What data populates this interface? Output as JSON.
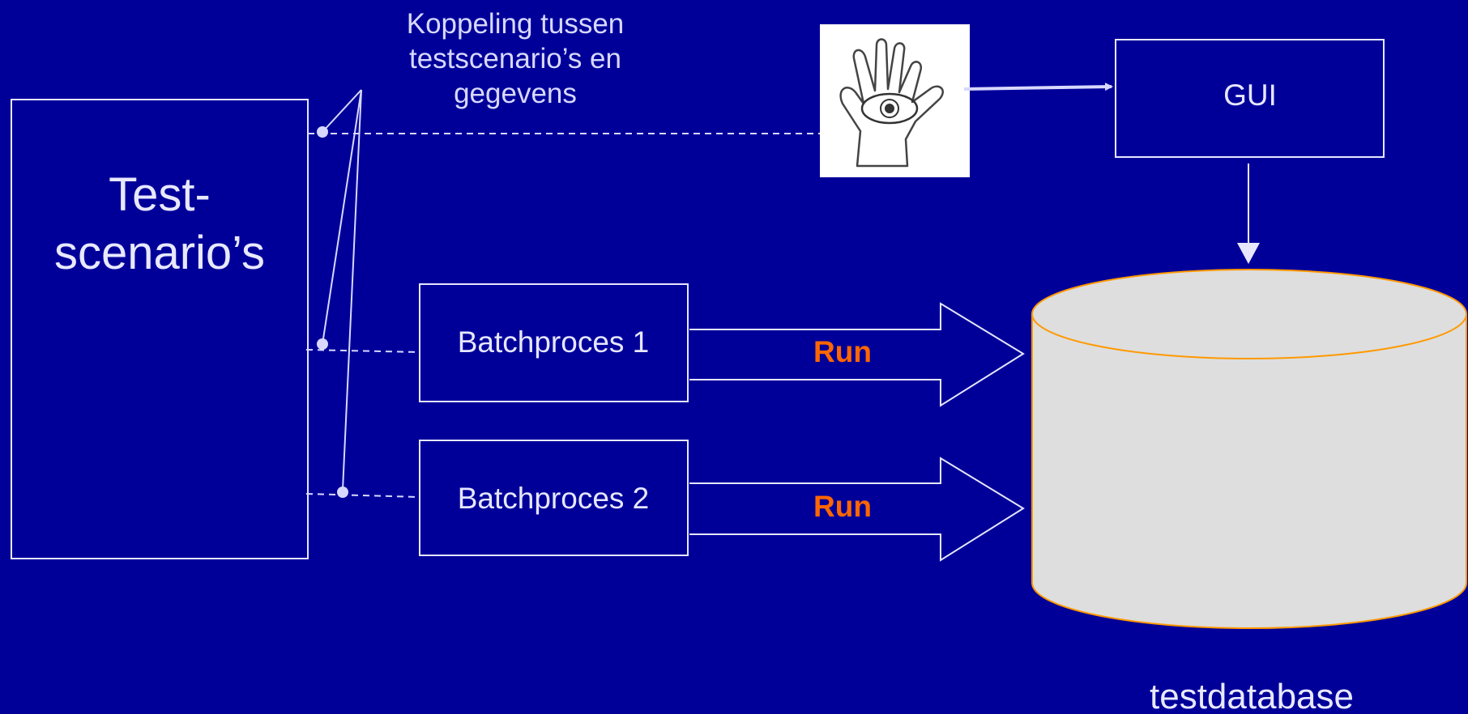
{
  "diagram": {
    "scenarios_title": "Test-\nscenario’s",
    "link_note": "Koppeling tussen testscenario’s en gegevens",
    "gui": "GUI",
    "batch1": "Batchproces 1",
    "batch2": "Batchproces 2",
    "run1": "Run",
    "run2": "Run",
    "database": "testdatabase"
  },
  "icons": {
    "observer": "hand-eye-icon"
  },
  "colors": {
    "background": "#000099",
    "lines": "#e6e6ff",
    "run_text": "#ff6600",
    "db_fill": "#dedede",
    "db_outline": "#ff9900"
  }
}
